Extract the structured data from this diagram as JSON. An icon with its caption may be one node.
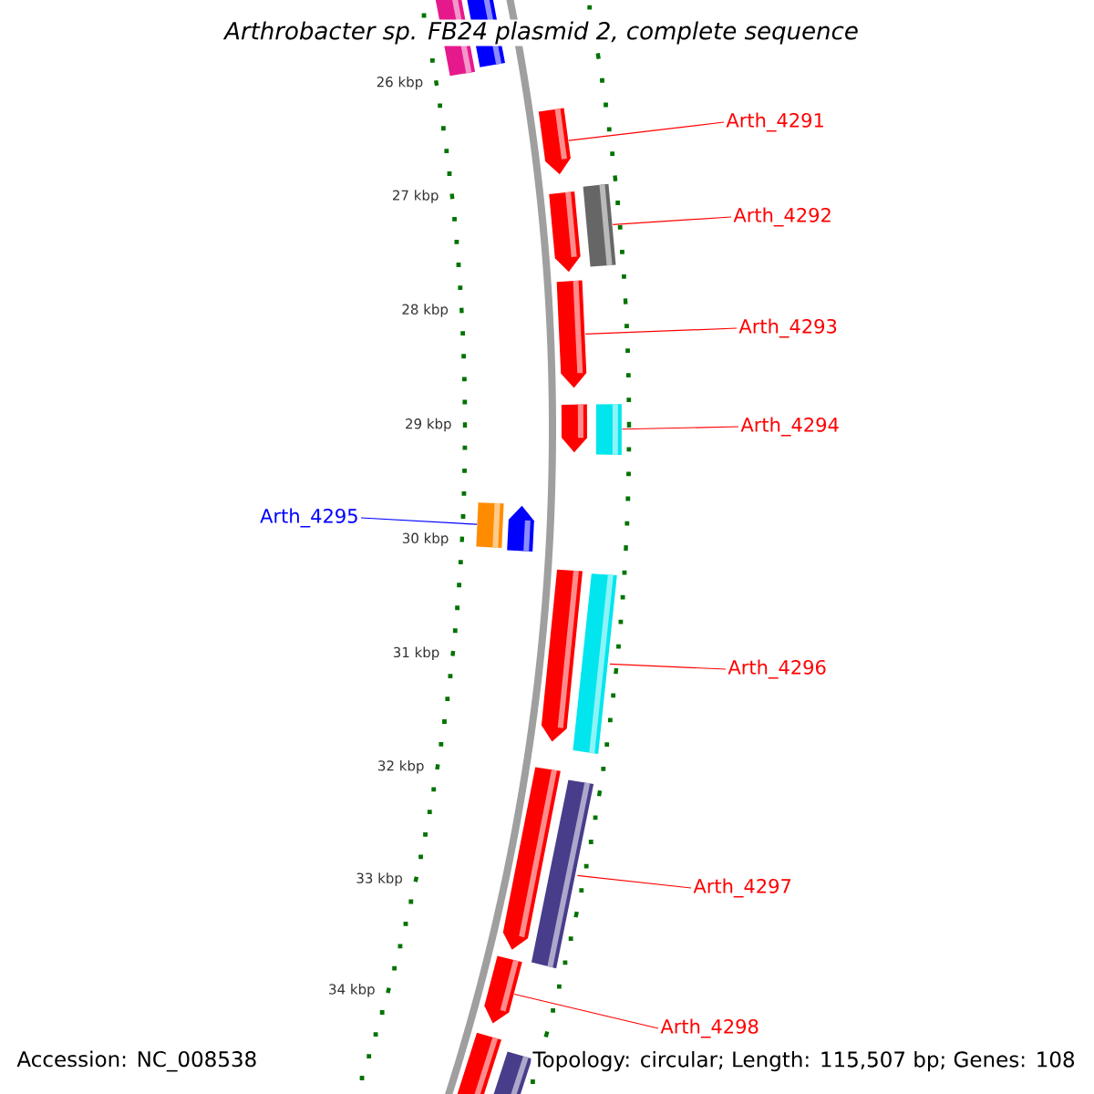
{
  "diagram": {
    "title": "Arthrobacter sp. FB24 plasmid 2, complete sequence",
    "nodes": [
      {
        "text": [
          "Arth_4291"
        ]
      },
      {
        "text": [],
        "shape": "bar"
      },
      {
        "text": [
          "Arth_4292"
        ]
      },
      {
        "text": [],
        "shape": "bar"
      },
      {
        "text": [
          "Arth_4293"
        ]
      },
      {
        "text": [],
        "shape": "bar"
      },
      {
        "text": [
          "Arth_4294"
        ]
      },
      {
        "text": [],
        "shape": "bar"
      },
      {
        "text": [
          "Arth_4295"
        ]
      },
      {
        "text": [],
        "shape": "bar"
      },
      {
        "text": [
          "Arth_4296"
        ]
      },
      {
        "text": [],
        "shape": "bar"
      },
      {
        "text": [
          "Arth_4297"
        ]
      },
      {
        "text": [],
        "shape": "bar"
      },
      {
        "text": [
          "Arth_4298"
        ]
      },
      {
        "text": [],
        "shape": "bar"
      }
    ],
    "edges": [
      {
        "from": 0,
        "to": 1,
        "arrow": "none"
      },
      {
        "from": 2,
        "to": 3,
        "arrow": "none"
      },
      {
        "from": 4,
        "to": 5,
        "arrow": "none"
      },
      {
        "from": 6,
        "to": 7,
        "arrow": "none"
      },
      {
        "from": 8,
        "to": 9,
        "arrow": "none",
        "color": "#0000ff"
      },
      {
        "from": 10,
        "to": 11,
        "arrow": "none"
      },
      {
        "from": 12,
        "to": 13,
        "arrow": "none"
      },
      {
        "from": 14,
        "to": 15,
        "arrow": "none"
      }
    ],
    "labels": [
      "26 kbp",
      "27 kbp",
      "28 kbp",
      "29 kbp",
      "30 kbp",
      "31 kbp",
      "32 kbp",
      "33 kbp",
      "34 kbp",
      "Accession: NC_008538",
      "Topology: circular; Length: 115,507 bp; Genes: 108"
    ]
  }
}
